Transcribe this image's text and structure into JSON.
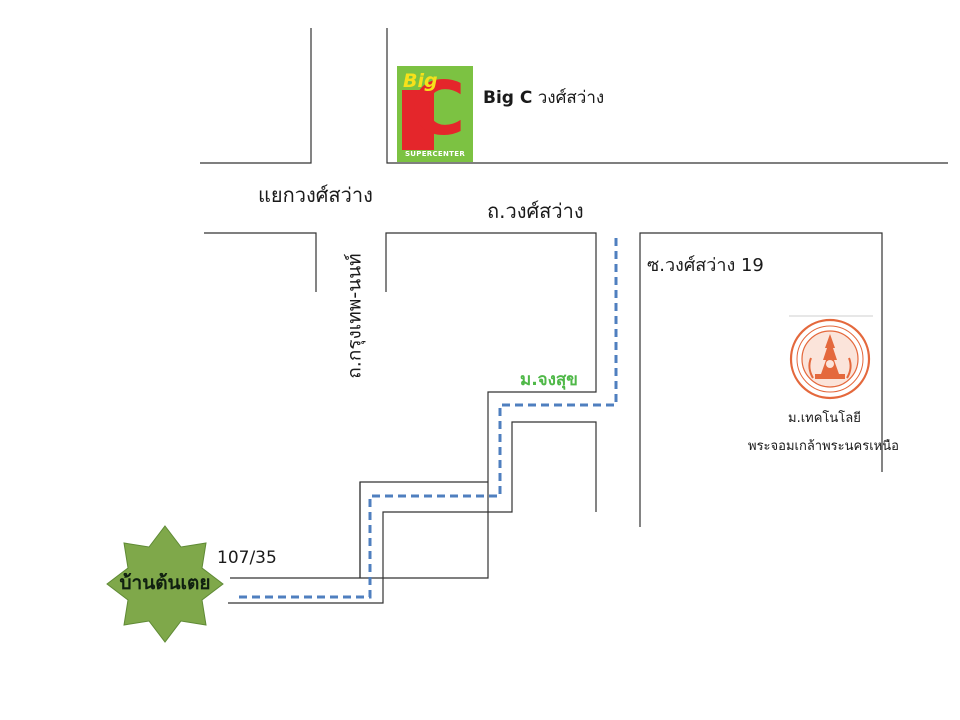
{
  "map": {
    "bigc": {
      "name_latin": "Big C",
      "name_thai": "วงศ์สว่าง",
      "logo_word": "Big",
      "logo_letter": "C",
      "logo_subtitle": "SUPERCENTER"
    },
    "roads": {
      "intersection": "แยกวงศ์สว่าง",
      "wongsawang_road": "ถ.วงศ์สว่าง",
      "krungthep_nonthaburi_road": "ถ.กรุงเทพ-นนท์",
      "soi_wongsawang_19": "ซ.วงศ์สว่าง 19"
    },
    "village": "ม.จงสุข",
    "house_number": "107/35",
    "home": "บ้านต้นเตย",
    "university": {
      "line1": "ม.เทคโนโลยี",
      "line2": "พระจอมเกล้าพระนครเหนือ"
    },
    "colors": {
      "route": "#4f7fbf",
      "village_label": "#4fb848",
      "home_badge": "#7fa84a",
      "seal": "#e4683c",
      "road_line": "#333333"
    }
  }
}
